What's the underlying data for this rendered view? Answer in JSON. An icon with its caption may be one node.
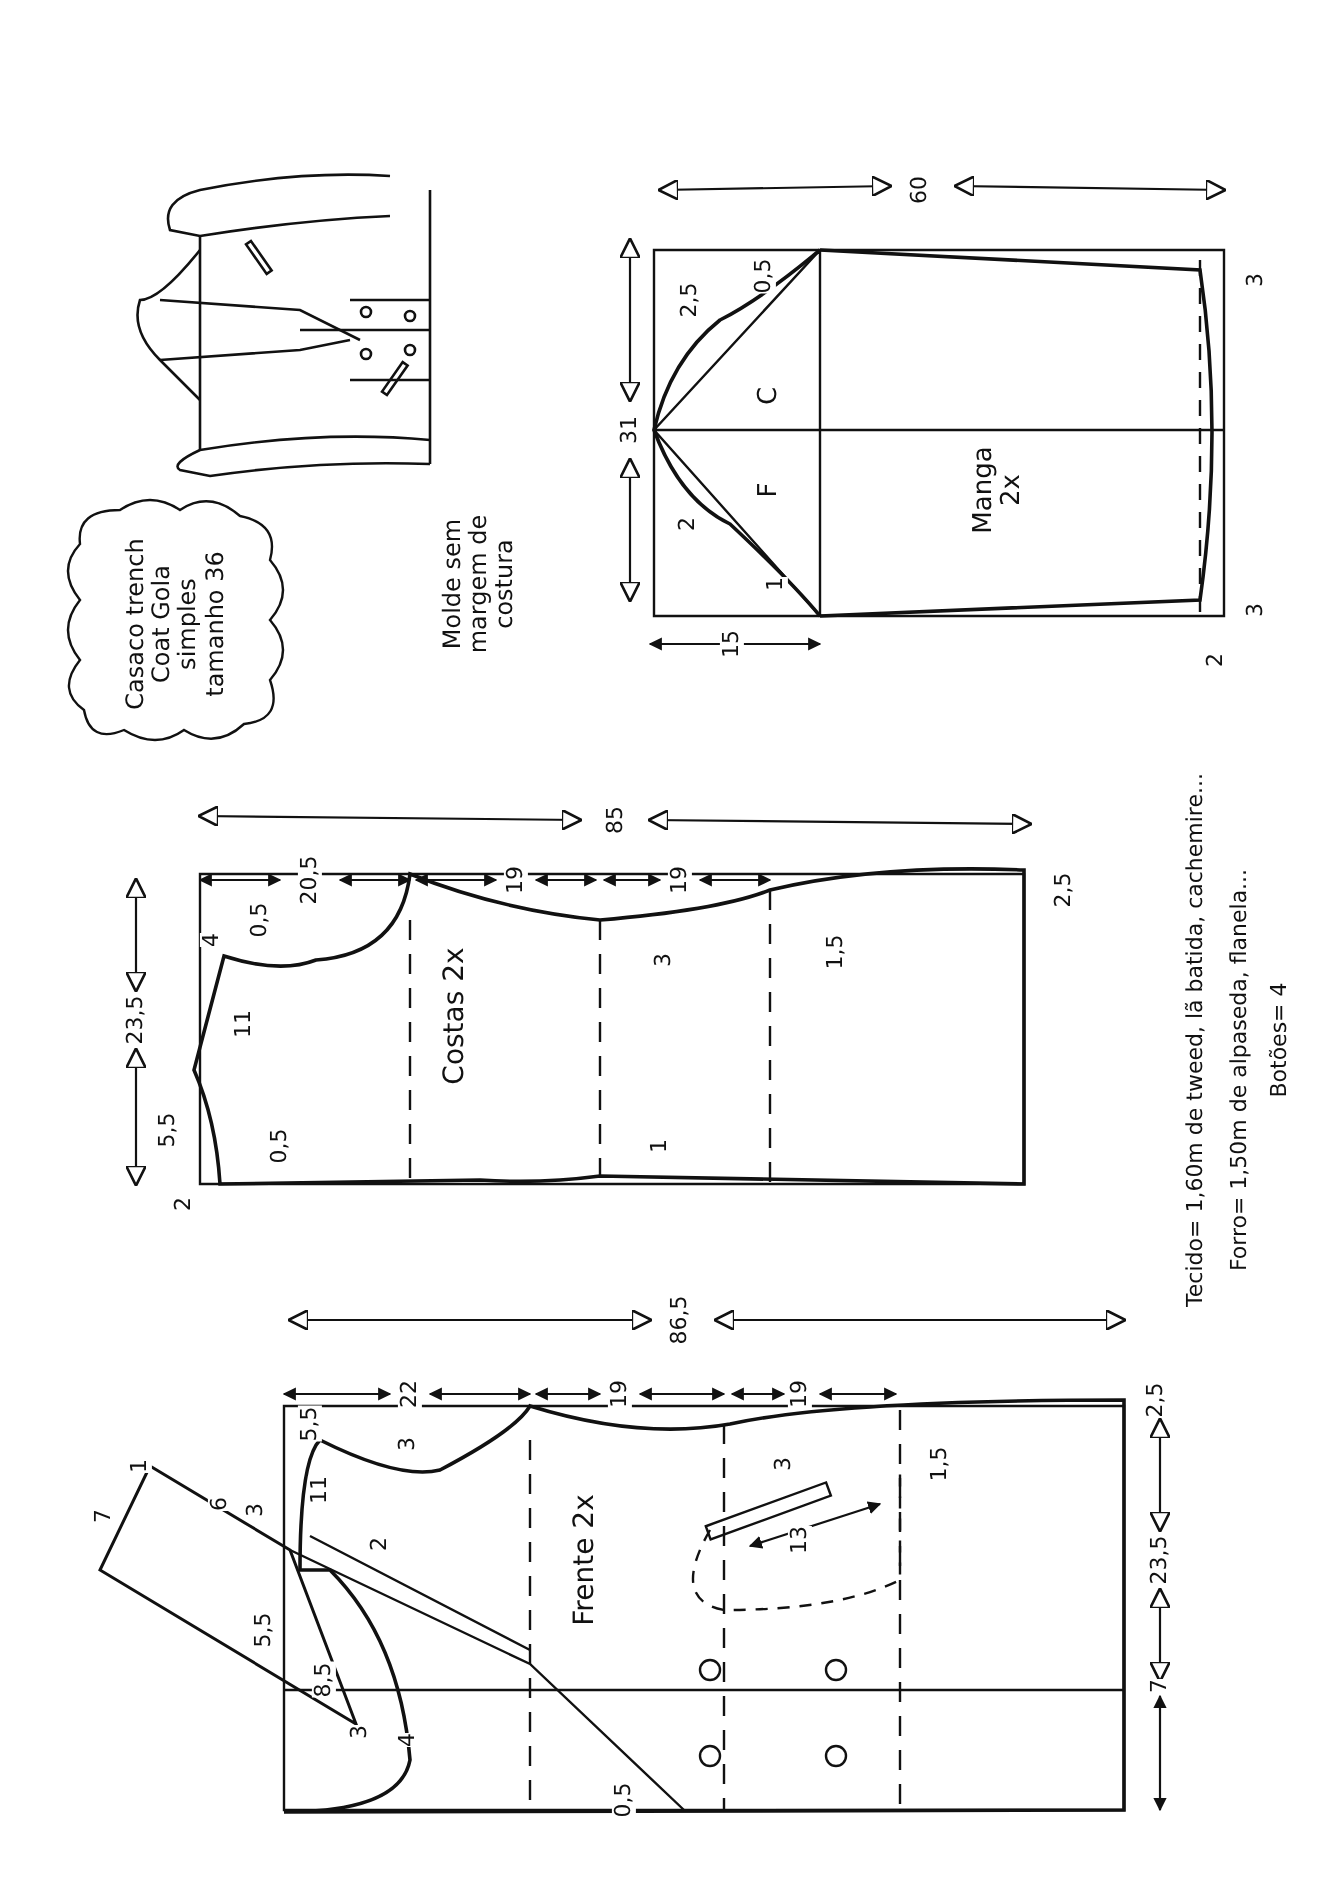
{
  "diagram": {
    "nodes": [
      {
        "text": [
          "Casaco trench Coat Gola simples tamanho 36"
        ]
      },
      {
        "text": [
          "Manga 2x"
        ]
      },
      {
        "text": [
          "Costas 2x"
        ]
      },
      {
        "text": [
          "Frente 2x"
        ]
      }
    ],
    "labels": [
      "Molde sem margem de costura",
      "60",
      "31",
      "2,5",
      "0,5",
      "C",
      "F",
      "2",
      "1",
      "15",
      "3",
      "3",
      "2",
      "85",
      "20,5",
      "19",
      "19",
      "2,5",
      "23,5",
      "4",
      "0,5",
      "11",
      "5,5",
      "0,5",
      "2",
      "3",
      "1,5",
      "1",
      "86,5",
      "22",
      "19",
      "19",
      "2,5",
      "5,5",
      "3",
      "11",
      "2",
      "3",
      "1",
      "7",
      "6",
      "5,5",
      "8,5",
      "3",
      "4",
      "0,5",
      "3",
      "1,5",
      "13",
      "23,5",
      "7",
      "Tecido= 1,60m de tweed, lã batida, cachemire...",
      "Forro= 1,50m de alpaseda, flanela...",
      "Botões= 4"
    ]
  }
}
